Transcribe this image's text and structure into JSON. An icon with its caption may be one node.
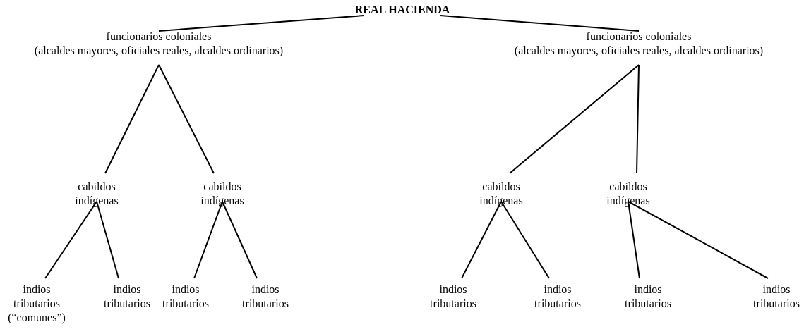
{
  "diagram": {
    "nodes": [
      {
        "text": [
          "REAL HACIENDA"
        ]
      },
      {
        "text": [
          "funcionarios coloniales",
          "(alcaldes mayores, oficiales reales, alcaldes ordinarios)"
        ]
      },
      {
        "text": [
          "funcionarios coloniales",
          "(alcaldes mayores, oficiales reales, alcaldes ordinarios)"
        ]
      },
      {
        "text": [
          "cabildos indígenas"
        ]
      },
      {
        "text": [
          "cabildos indígenas"
        ]
      },
      {
        "text": [
          "cabildos indígenas"
        ]
      },
      {
        "text": [
          "cabildos indígenas"
        ]
      },
      {
        "text": [
          "indios tributarios (“comunes”)"
        ]
      },
      {
        "text": [
          "indios tributarios"
        ]
      },
      {
        "text": [
          "indios tributarios"
        ]
      },
      {
        "text": [
          "indios tributarios"
        ]
      },
      {
        "text": [
          "indios tributarios"
        ]
      },
      {
        "text": [
          "indios tributarios"
        ]
      },
      {
        "text": [
          "indios tributarios"
        ]
      },
      {
        "text": [
          "indios tributarios"
        ]
      }
    ],
    "edges": [
      {
        "from": 0,
        "to": 1,
        "arrow": "none"
      },
      {
        "from": 0,
        "to": 2,
        "arrow": "none"
      },
      {
        "from": 1,
        "to": 3,
        "arrow": "none"
      },
      {
        "from": 1,
        "to": 4,
        "arrow": "none"
      },
      {
        "from": 2,
        "to": 5,
        "arrow": "none"
      },
      {
        "from": 2,
        "to": 6,
        "arrow": "none"
      },
      {
        "from": 3,
        "to": 7,
        "arrow": "none"
      },
      {
        "from": 3,
        "to": 8,
        "arrow": "none"
      },
      {
        "from": 4,
        "to": 9,
        "arrow": "none"
      },
      {
        "from": 4,
        "to": 10,
        "arrow": "none"
      },
      {
        "from": 5,
        "to": 11,
        "arrow": "none"
      },
      {
        "from": 5,
        "to": 12,
        "arrow": "none"
      },
      {
        "from": 6,
        "to": 13,
        "arrow": "none"
      },
      {
        "from": 6,
        "to": 14,
        "arrow": "none"
      }
    ]
  }
}
